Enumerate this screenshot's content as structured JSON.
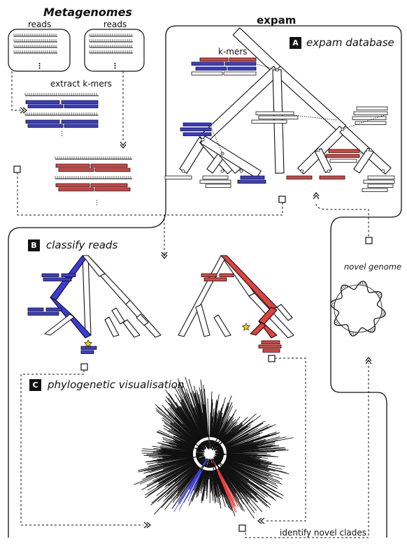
{
  "titles": {
    "metagenomes": "Metagenomes",
    "expam": "expam"
  },
  "labels": {
    "reads_left": "reads",
    "reads_right": "reads",
    "extract_kmers": "extract k-mers",
    "kmers": "k-mers",
    "novel_genome": "novel genome",
    "identify_novel_clades": "identify novel clades"
  },
  "sections": [
    {
      "letter": "A",
      "title": "expam database"
    },
    {
      "letter": "B",
      "title": "classify reads"
    },
    {
      "letter": "C",
      "title": "phylogenetic visualisation"
    }
  ],
  "colors": {
    "blue": "#3b3bd9",
    "red": "#e2413f",
    "line": "#111111",
    "star": "#f2d200"
  }
}
